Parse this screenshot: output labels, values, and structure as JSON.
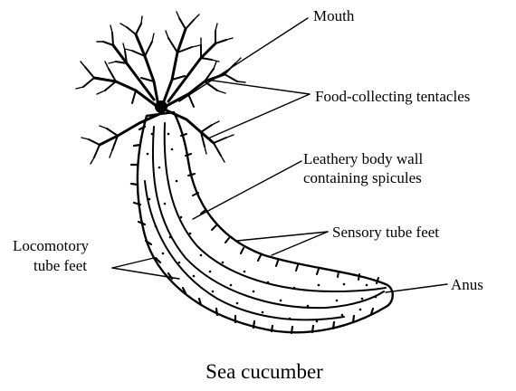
{
  "diagram": {
    "title": "Sea cucumber",
    "labels": {
      "mouth": "Mouth",
      "food_tentacles": "Food-collecting tentacles",
      "body_wall_line1": "Leathery body wall",
      "body_wall_line2": "containing spicules",
      "sensory_tube_feet": "Sensory tube feet",
      "locomotory_line1": "Locomotory",
      "locomotory_line2": "tube feet",
      "anus": "Anus"
    }
  }
}
